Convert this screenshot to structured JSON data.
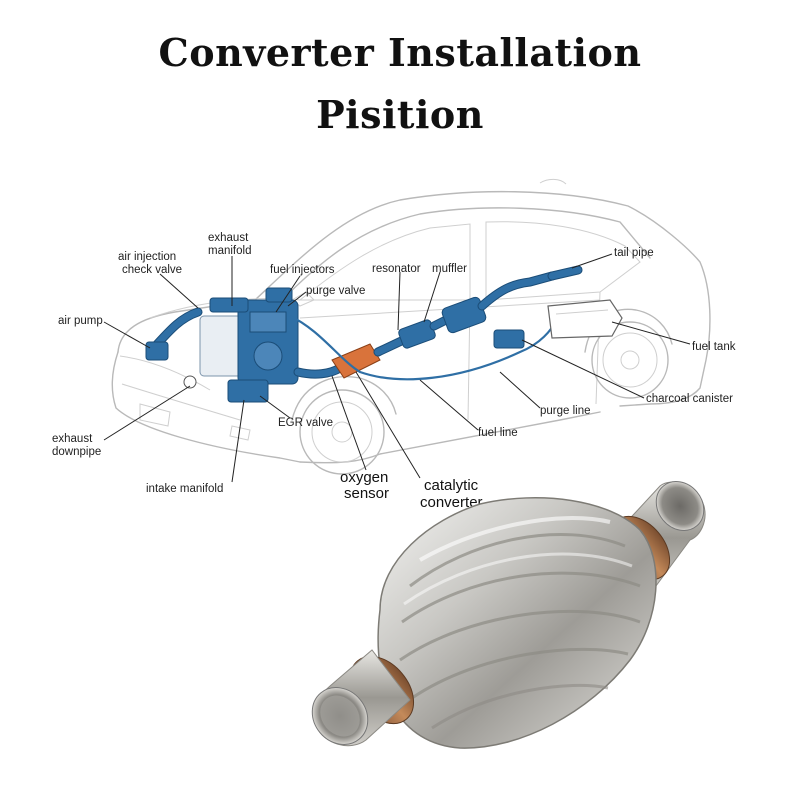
{
  "title": {
    "line1": "Converter Installation",
    "line2": "Pisition"
  },
  "labels": {
    "air_injection_check_valve": [
      "air injection",
      "check valve"
    ],
    "exhaust_manifold": [
      "exhaust",
      "manifold"
    ],
    "fuel_injectors": "fuel injectors",
    "resonator": "resonator",
    "muffler": "muffler",
    "tail_pipe": "tail pipe",
    "purge_valve": "purge valve",
    "air_pump": "air pump",
    "fuel_tank": "fuel tank",
    "charcoal_canister": "charcoal canister",
    "purge_line": "purge line",
    "fuel_line": "fuel line",
    "egr_valve": "EGR valve",
    "exhaust_downpipe": [
      "exhaust",
      "downpipe"
    ],
    "intake_manifold": "intake manifold",
    "oxygen_sensor": [
      "oxygen",
      "sensor"
    ],
    "catalytic_converter": [
      "catalytic",
      "converter"
    ]
  },
  "colors": {
    "component_blue": "#2f6fa5",
    "converter_orange": "#d9733b",
    "car_outline": "#b9b9b9"
  }
}
